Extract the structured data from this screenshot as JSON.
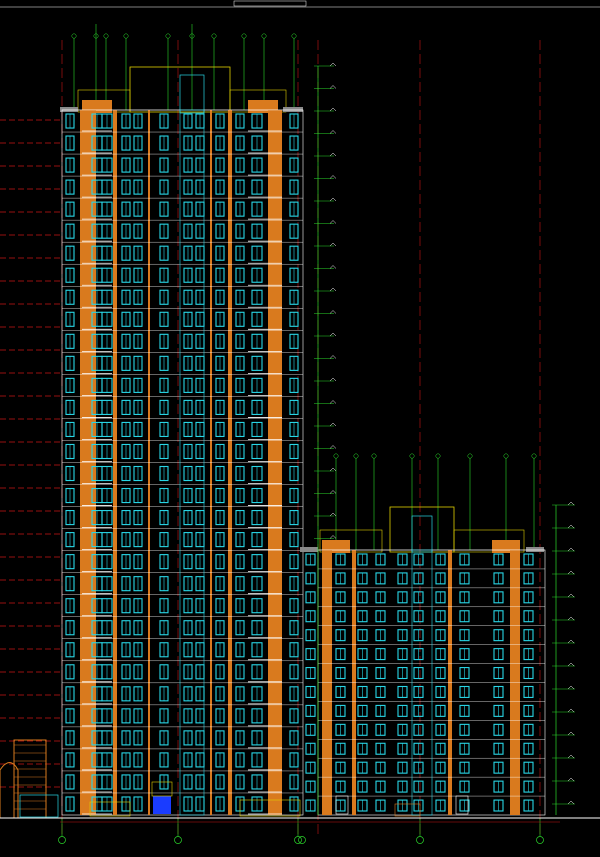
{
  "drawing": {
    "title": "",
    "background": "#000000",
    "colors": {
      "facade_orange": "#d97a1e",
      "window_cyan": "#29d6e6",
      "grid_green": "#2bd92b",
      "level_red": "#c81414",
      "frame_yellow": "#e0d000",
      "wall_white": "#ffffff",
      "parapet_gray": "#8a8a8a",
      "entrance_blue": "#1a3cff"
    },
    "tower_a": {
      "floors": 32,
      "window_columns": 12
    },
    "tower_b": {
      "floors": 14,
      "window_columns": 10
    },
    "axis_markers": [
      {
        "id": "axis-1",
        "label": ""
      },
      {
        "id": "axis-2",
        "label": ""
      },
      {
        "id": "axis-3",
        "label": ""
      },
      {
        "id": "axis-4",
        "label": ""
      },
      {
        "id": "axis-5",
        "label": ""
      }
    ],
    "icons": [
      "axis-bubble-icon",
      "elevation-marker-icon",
      "grid-line-icon"
    ]
  }
}
